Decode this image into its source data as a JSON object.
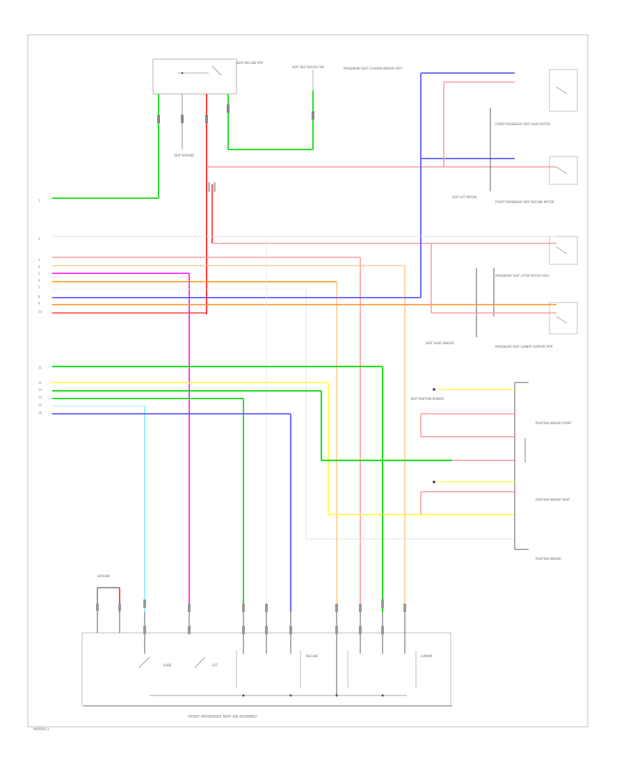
{
  "diagram": {
    "page_code": "W0069-1",
    "bottom_label": "FRONT PASSENGER SEAT SW ASSEMBLY",
    "colors": {
      "green": "#22dd22",
      "red": "#ff3333",
      "pink": "#ff9999",
      "blue": "#5555ff",
      "magenta": "#ff33ff",
      "orange": "#ff9933",
      "light_orange": "#ffc890",
      "yellow": "#ffff44",
      "cyan": "#88eeff",
      "gray": "#cccccc",
      "dark": "#333333"
    },
    "components": {
      "top_switch": "SEAT RECLINE MTR",
      "top_fuse": "SEAT BELT BUCKLE SW",
      "top_right_note": "PASSENGER SEAT CUSHION SENSOR ASSY",
      "ground_label": "SEAT GROUND",
      "right_boxes": [
        "FRONT PASSENGER SEAT SLIDE MOTOR",
        "FRONT PASSENGER SEAT RECLINE MOTOR",
        "PASSENGER SEAT LIFTER MOTOR ASSY",
        "PASSENGER SEAT LUMBAR SUPPORT MTR"
      ],
      "right_small_labels": [
        "SEAT LIFT MOTOR",
        "SEAT SLIDE SENSOR",
        "SEAT POSITION SENSOR"
      ],
      "lower_right_box_1": "POSITION SENSOR FRONT",
      "lower_right_box_2": "POSITION SENSOR REAR",
      "lower_right_bottom": "POSITION SENSOR",
      "bottom_left_ground": "GROUND",
      "bottom_switch_labels": [
        "SLIDE",
        "LIFT",
        "RECLINE",
        "LUMBAR"
      ]
    }
  }
}
